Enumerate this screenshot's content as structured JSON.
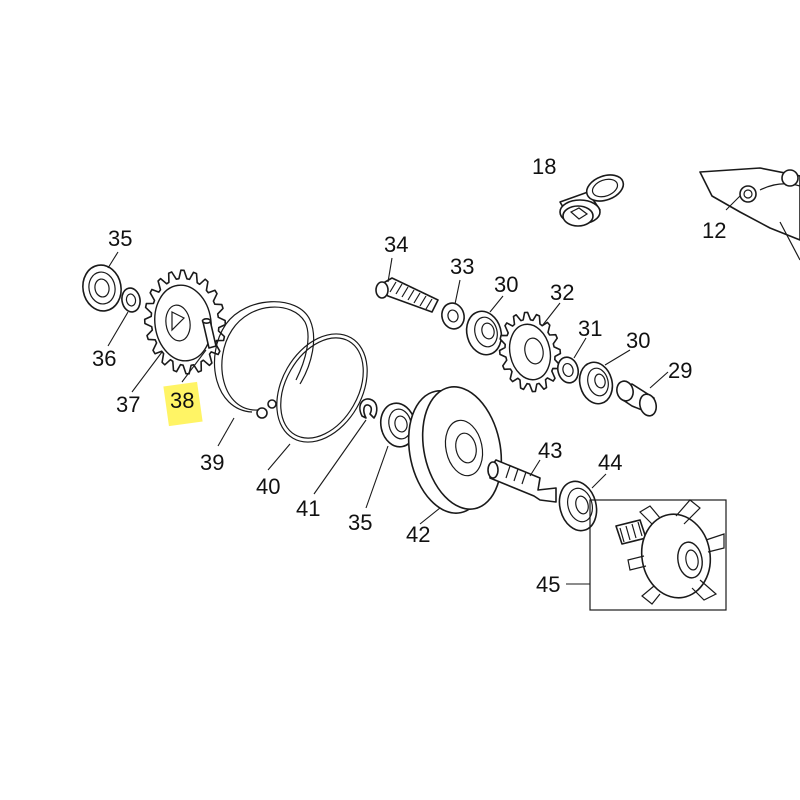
{
  "highlight_color": "#fff24a",
  "line_color": "#1a1a1a",
  "callouts": {
    "c18": "18",
    "c12": "12",
    "c35a": "35",
    "c36": "36",
    "c37": "37",
    "c38": "38",
    "c34": "34",
    "c33": "33",
    "c30a": "30",
    "c32": "32",
    "c31": "31",
    "c30b": "30",
    "c29": "29",
    "c39": "39",
    "c40": "40",
    "c41": "41",
    "c35b": "35",
    "c42": "42",
    "c43": "43",
    "c44": "44",
    "c45": "45"
  },
  "highlighted_callout": "38"
}
